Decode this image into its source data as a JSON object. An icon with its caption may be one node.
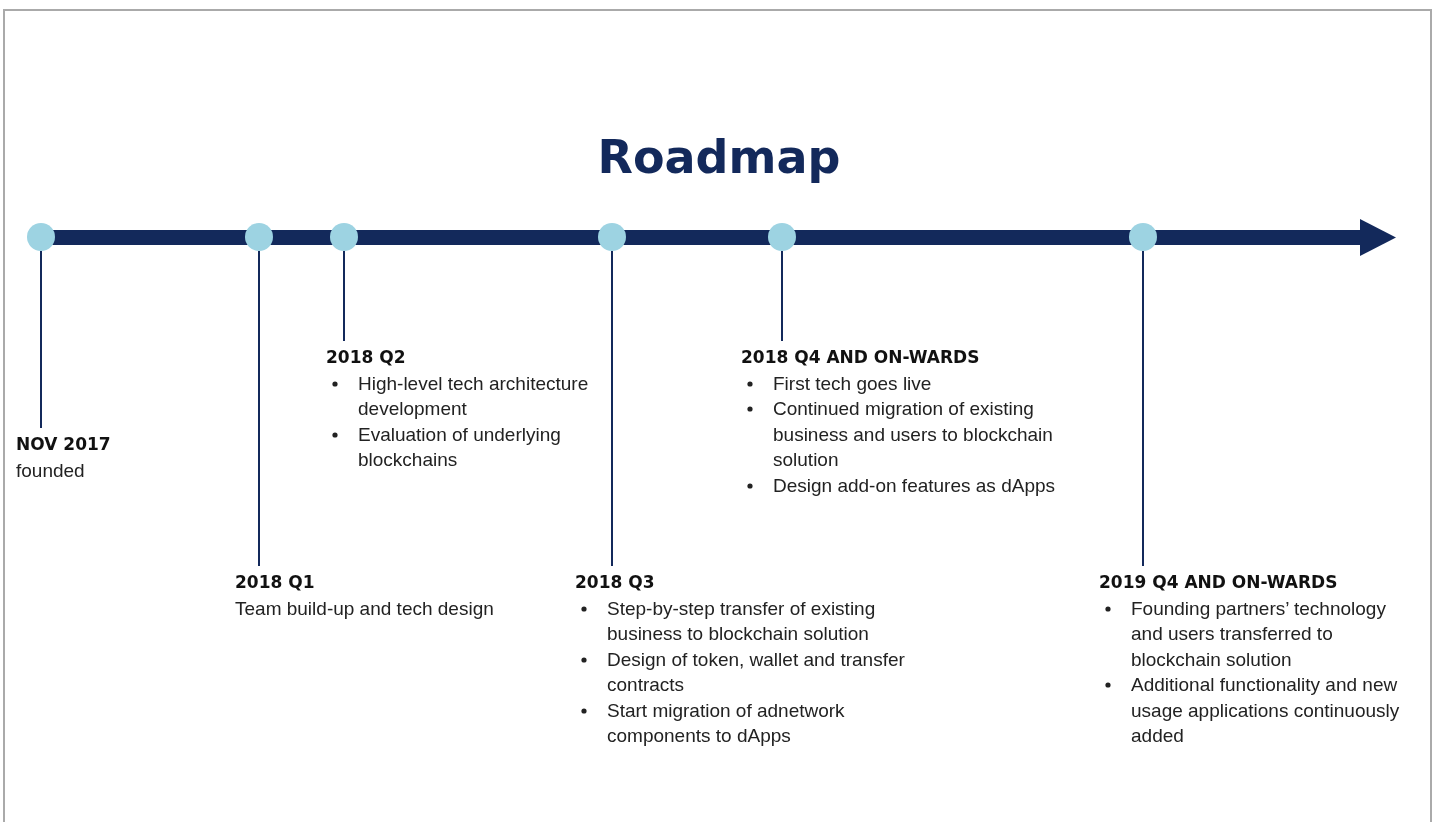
{
  "diagram": {
    "title": "Roadmap",
    "nodes": [
      {
        "text": [],
        "shape": "circle"
      },
      {
        "text": [],
        "shape": "circle"
      },
      {
        "text": [],
        "shape": "circle"
      },
      {
        "text": [],
        "shape": "circle"
      },
      {
        "text": [],
        "shape": "circle"
      },
      {
        "text": [],
        "shape": "circle"
      },
      {
        "text": [
          "NOV 2017",
          "founded"
        ]
      },
      {
        "text": [
          "2018 Q1",
          "Team build-up and tech design"
        ]
      },
      {
        "text": [
          "2018 Q2",
          "High-level tech architecture development",
          "Evaluation of underlying blockchains"
        ]
      },
      {
        "text": [
          "2018 Q3",
          "Step-by-step transfer of existing business to blockchain solution",
          "Design of token, wallet and transfer contracts",
          "Start migration of adnetwork components to dApps"
        ]
      },
      {
        "text": [
          "2018 Q4 AND ON-WARDS",
          "First tech goes live",
          "Continued migration of existing business and users to blockchain solution",
          "Design add-on features as dApps"
        ]
      },
      {
        "text": [
          "2019 Q4 AND ON-WARDS",
          "Founding partners’ technology and users transferred to blockchain solution",
          "Additional functionality and new usage applications continuously added"
        ]
      }
    ],
    "edges": [
      {
        "from": 0,
        "to": 6,
        "arrow": "none"
      },
      {
        "from": 1,
        "to": 7,
        "arrow": "none"
      },
      {
        "from": 2,
        "to": 8,
        "arrow": "none"
      },
      {
        "from": 3,
        "to": 9,
        "arrow": "none"
      },
      {
        "from": 4,
        "to": 10,
        "arrow": "none"
      },
      {
        "from": 5,
        "to": 11,
        "arrow": "none"
      }
    ]
  }
}
